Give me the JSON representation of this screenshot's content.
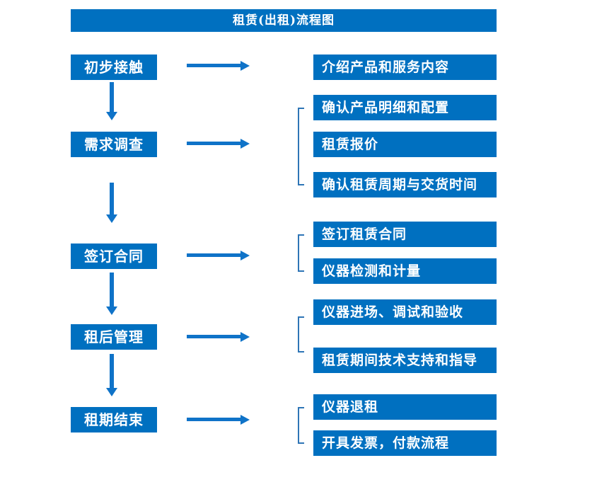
{
  "title": "租赁(出租)流程图",
  "colors": {
    "primary": "#0070C0",
    "arrow": "#0F73C8",
    "bracket": "#2E75B6",
    "box_text": "#FFFFFF",
    "background": "#FFFFFF"
  },
  "steps": [
    {
      "label": "初步接触",
      "outputs": [
        "介绍产品和服务内容"
      ]
    },
    {
      "label": "需求调查",
      "outputs": [
        "确认产品明细和配置",
        "租赁报价",
        "确认租赁周期与交货时间"
      ]
    },
    {
      "label": "签订合同",
      "outputs": [
        "签订租赁合同",
        "仪器检测和计量"
      ]
    },
    {
      "label": "租后管理",
      "outputs": [
        "仪器进场、调试和验收",
        "租赁期间技术支持和指导"
      ]
    },
    {
      "label": "租期结束",
      "outputs": [
        "仪器退租",
        "开具发票，付款流程"
      ]
    }
  ]
}
